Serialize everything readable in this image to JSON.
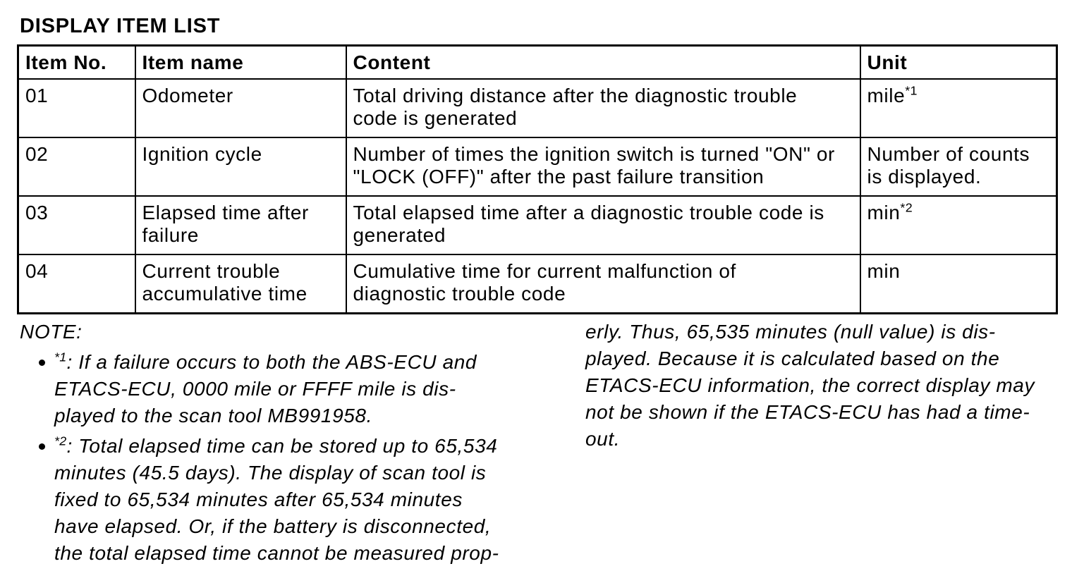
{
  "page": {
    "title": "DISPLAY ITEM LIST"
  },
  "table": {
    "headers": [
      "Item No.",
      "Item name",
      "Content",
      "Unit"
    ],
    "rows": [
      {
        "item_no": "01",
        "item_name": "Odometer",
        "content": "Total driving distance after the diagnostic trouble\ncode is generated",
        "unit": "mile",
        "unit_sup": "*1"
      },
      {
        "item_no": "02",
        "item_name": "Ignition cycle",
        "content": "Number of times the ignition switch is turned \"ON\" or\n\"LOCK (OFF)\" after the past failure transition",
        "unit": "Number of counts\nis displayed.",
        "unit_sup": ""
      },
      {
        "item_no": "03",
        "item_name": "Elapsed time after\nfailure",
        "content": "Total elapsed time after a diagnostic trouble code is\ngenerated",
        "unit": "min",
        "unit_sup": "*2"
      },
      {
        "item_no": "04",
        "item_name": "Current trouble\naccumulative time",
        "content": "Cumulative time for current malfunction of\ndiagnostic trouble code",
        "unit": "min",
        "unit_sup": ""
      }
    ]
  },
  "notes": {
    "heading": "NOTE:",
    "bullets": [
      {
        "sup": "*1",
        "text": ": If a failure occurs to both the ABS-ECU and\nETACS-ECU, 0000 mile or FFFF mile is dis-\nplayed to the scan tool MB991958."
      },
      {
        "sup": "*2",
        "text": ": Total elapsed time can be stored up to 65,534\nminutes (45.5 days). The display of scan tool is\nfixed to 65,534 minutes after 65,534 minutes\nhave elapsed. Or, if the battery is disconnected,\nthe total elapsed time cannot be measured prop-"
      }
    ],
    "continuation": "erly. Thus, 65,535 minutes (null value) is dis-\nplayed. Because it is calculated based on the\nETACS-ECU information, the correct display may\nnot be shown if the ETACS-ECU has had a time-\nout."
  }
}
